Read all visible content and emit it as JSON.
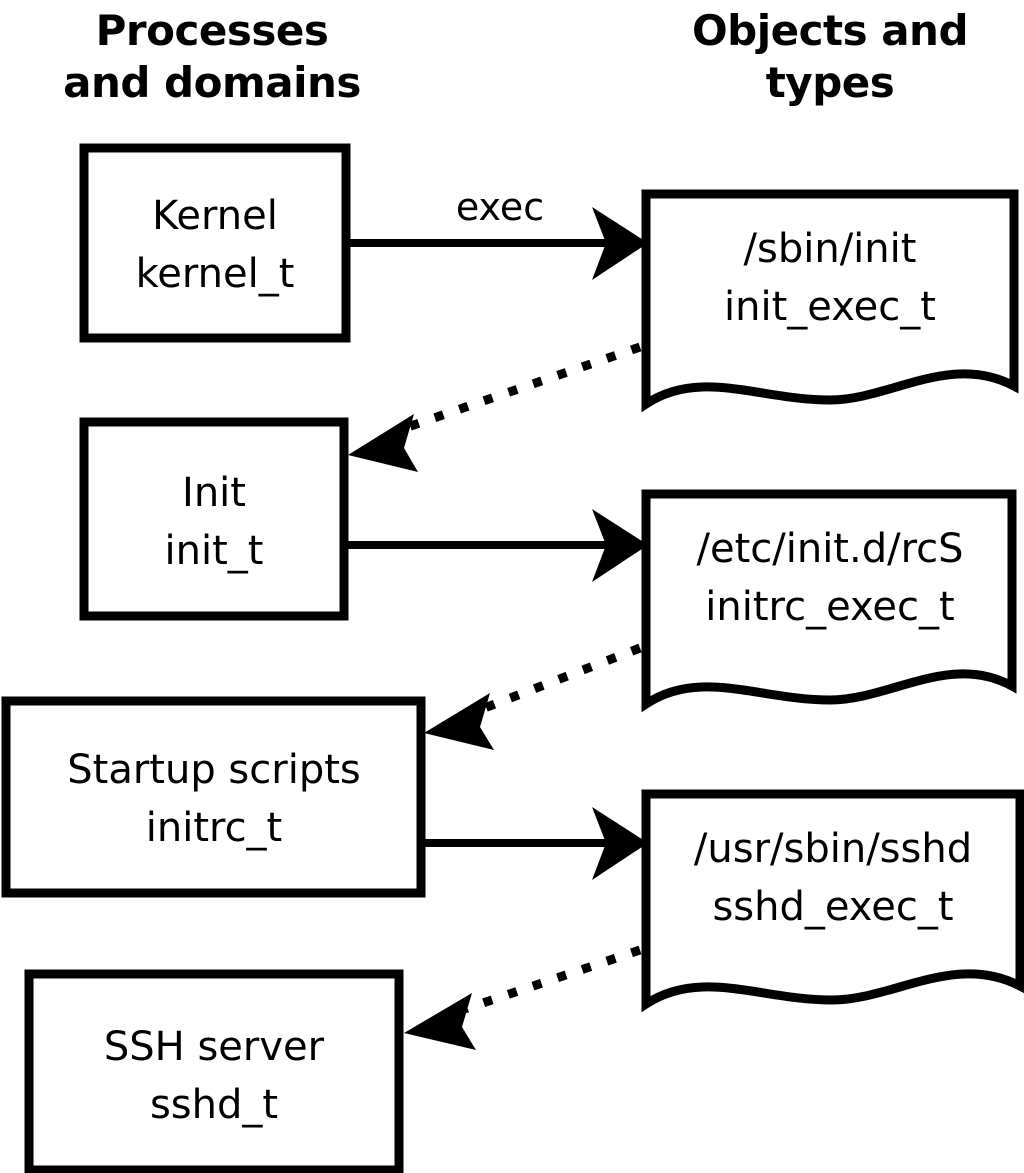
{
  "diagram": {
    "title_columns": {
      "left": "Processes\nand domains",
      "left_line1": "Processes",
      "left_line2": "and domains",
      "right_line1": "Objects and",
      "right_line2": "types"
    },
    "processes": [
      {
        "id": "kernel",
        "line1": "Kernel",
        "line2": "kernel_t"
      },
      {
        "id": "init",
        "line1": "Init",
        "line2": "init_t"
      },
      {
        "id": "initrc",
        "line1": "Startup scripts",
        "line2": "initrc_t"
      },
      {
        "id": "sshd",
        "line1": "SSH server",
        "line2": "sshd_t"
      }
    ],
    "objects": [
      {
        "id": "init_exec",
        "line1": "/sbin/init",
        "line2": "init_exec_t"
      },
      {
        "id": "initrc_exec",
        "line1": "/etc/init.d/rcS",
        "line2": "initrc_exec_t"
      },
      {
        "id": "sshd_exec",
        "line1": "/usr/sbin/sshd",
        "line2": "sshd_exec_t"
      }
    ],
    "edges": [
      {
        "id": "kernel-exec-init_exec",
        "from": "kernel",
        "to": "init_exec",
        "style": "solid",
        "label": "exec"
      },
      {
        "id": "init_exec-transition-init",
        "from": "init_exec",
        "to": "init",
        "style": "dotted",
        "label": ""
      },
      {
        "id": "init-exec-initrc_exec",
        "from": "init",
        "to": "initrc_exec",
        "style": "solid",
        "label": ""
      },
      {
        "id": "initrc_exec-transition-initrc",
        "from": "initrc_exec",
        "to": "initrc",
        "style": "dotted",
        "label": ""
      },
      {
        "id": "initrc-exec-sshd_exec",
        "from": "initrc",
        "to": "sshd_exec",
        "style": "solid",
        "label": ""
      },
      {
        "id": "sshd_exec-transition-sshd",
        "from": "sshd_exec",
        "to": "sshd",
        "style": "dotted",
        "label": ""
      }
    ],
    "colors": {
      "background": "#ffffff",
      "stroke": "#000000",
      "text": "#000000"
    }
  }
}
